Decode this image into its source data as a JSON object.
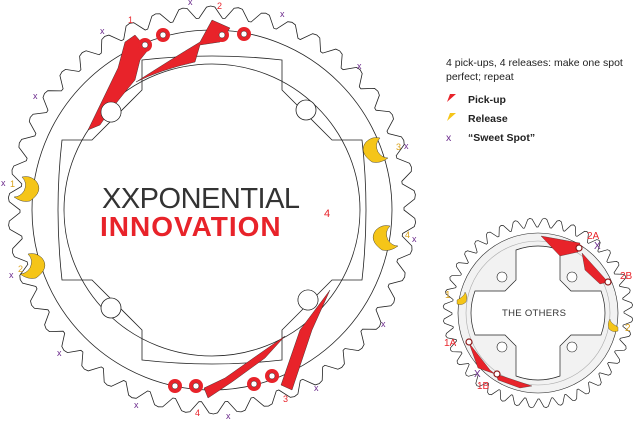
{
  "main_ring": {
    "title_line1": "XXPONENTIAL",
    "title_line2": "INNOVATION",
    "title_superscript": "4",
    "pickup_labels": [
      "1",
      "2",
      "3",
      "4"
    ],
    "release_labels": [
      "1",
      "2",
      "3",
      "4"
    ],
    "sweet_spot_mark": "x"
  },
  "legend": {
    "intro": "4 pick-ups, 4 releases: make one spot perfect; repeat",
    "items": [
      {
        "label": "Pick-up",
        "color": "#e8232a"
      },
      {
        "label": "Release",
        "color": "#f5c518"
      },
      {
        "label": "“Sweet Spot”",
        "symbol": "x",
        "color": "#6b2a8c"
      }
    ]
  },
  "other_ring": {
    "title": "THE OTHERS",
    "pickup_labels": [
      "1A",
      "1B",
      "2A",
      "2B"
    ],
    "release_labels": [
      "1",
      "2"
    ],
    "sweet_spot_mark": "X"
  },
  "colors": {
    "pickup": "#e8232a",
    "release": "#f5c518",
    "sweet_spot": "#6b2a8c",
    "line": "#222222"
  }
}
